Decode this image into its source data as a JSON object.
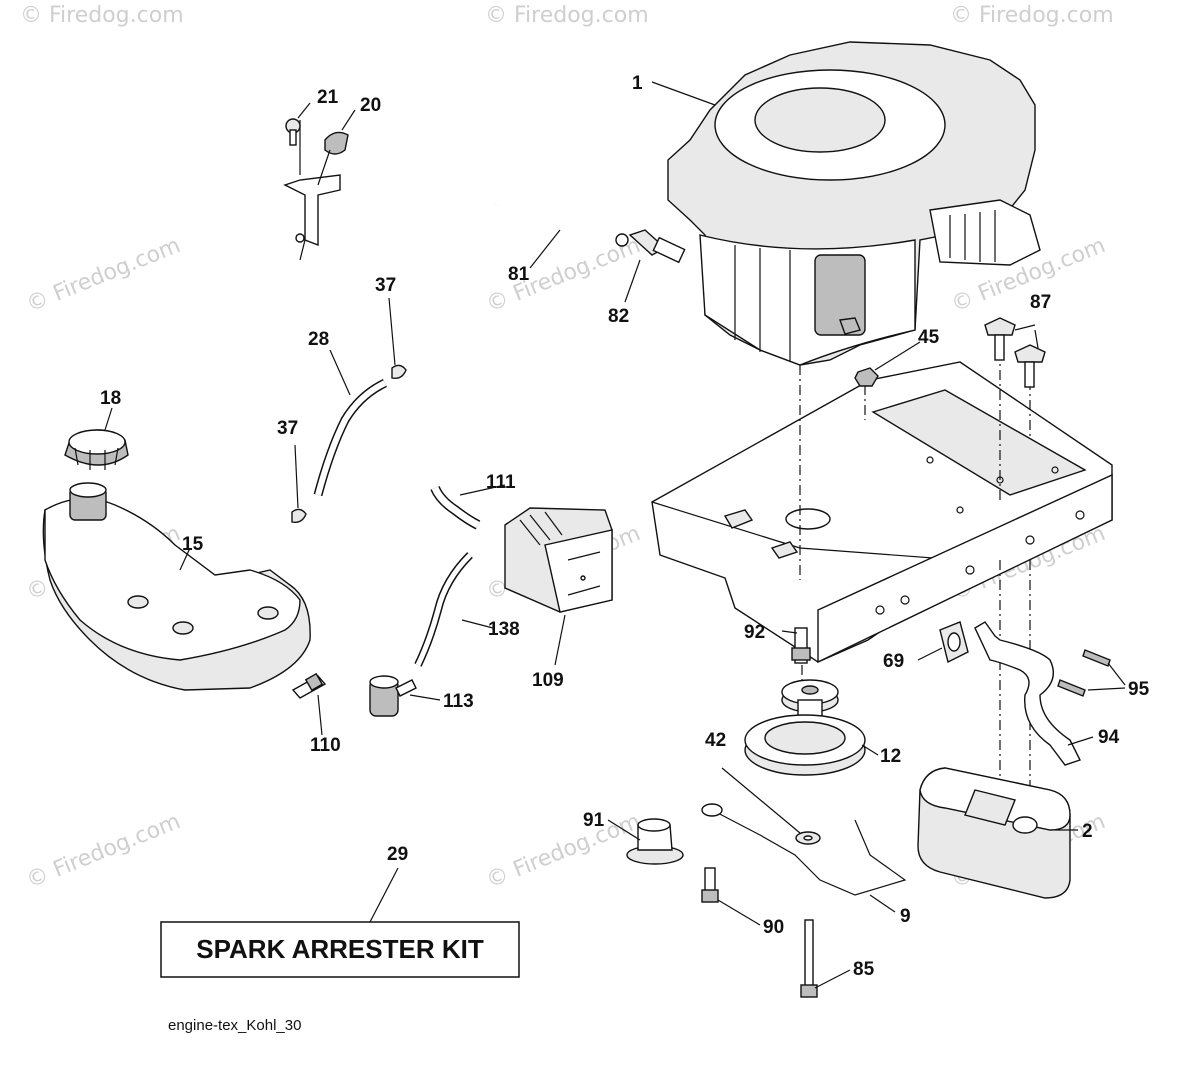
{
  "diagram_code": "engine-tex_Kohl_30",
  "kit_box_label": "SPARK ARRESTER KIT",
  "watermark": "© Firedog.com",
  "callouts": {
    "c1": "1",
    "c2": "2",
    "c9": "9",
    "c12": "12",
    "c15": "15",
    "c18": "18",
    "c20": "20",
    "c21": "21",
    "c28": "28",
    "c29": "29",
    "c37a": "37",
    "c37b": "37",
    "c42": "42",
    "c45": "45",
    "c69": "69",
    "c81": "81",
    "c82": "82",
    "c85": "85",
    "c87": "87",
    "c90": "90",
    "c91": "91",
    "c92": "92",
    "c94": "94",
    "c95": "95",
    "c109": "109",
    "c110": "110",
    "c111": "111",
    "c113": "113",
    "c138": "138"
  }
}
